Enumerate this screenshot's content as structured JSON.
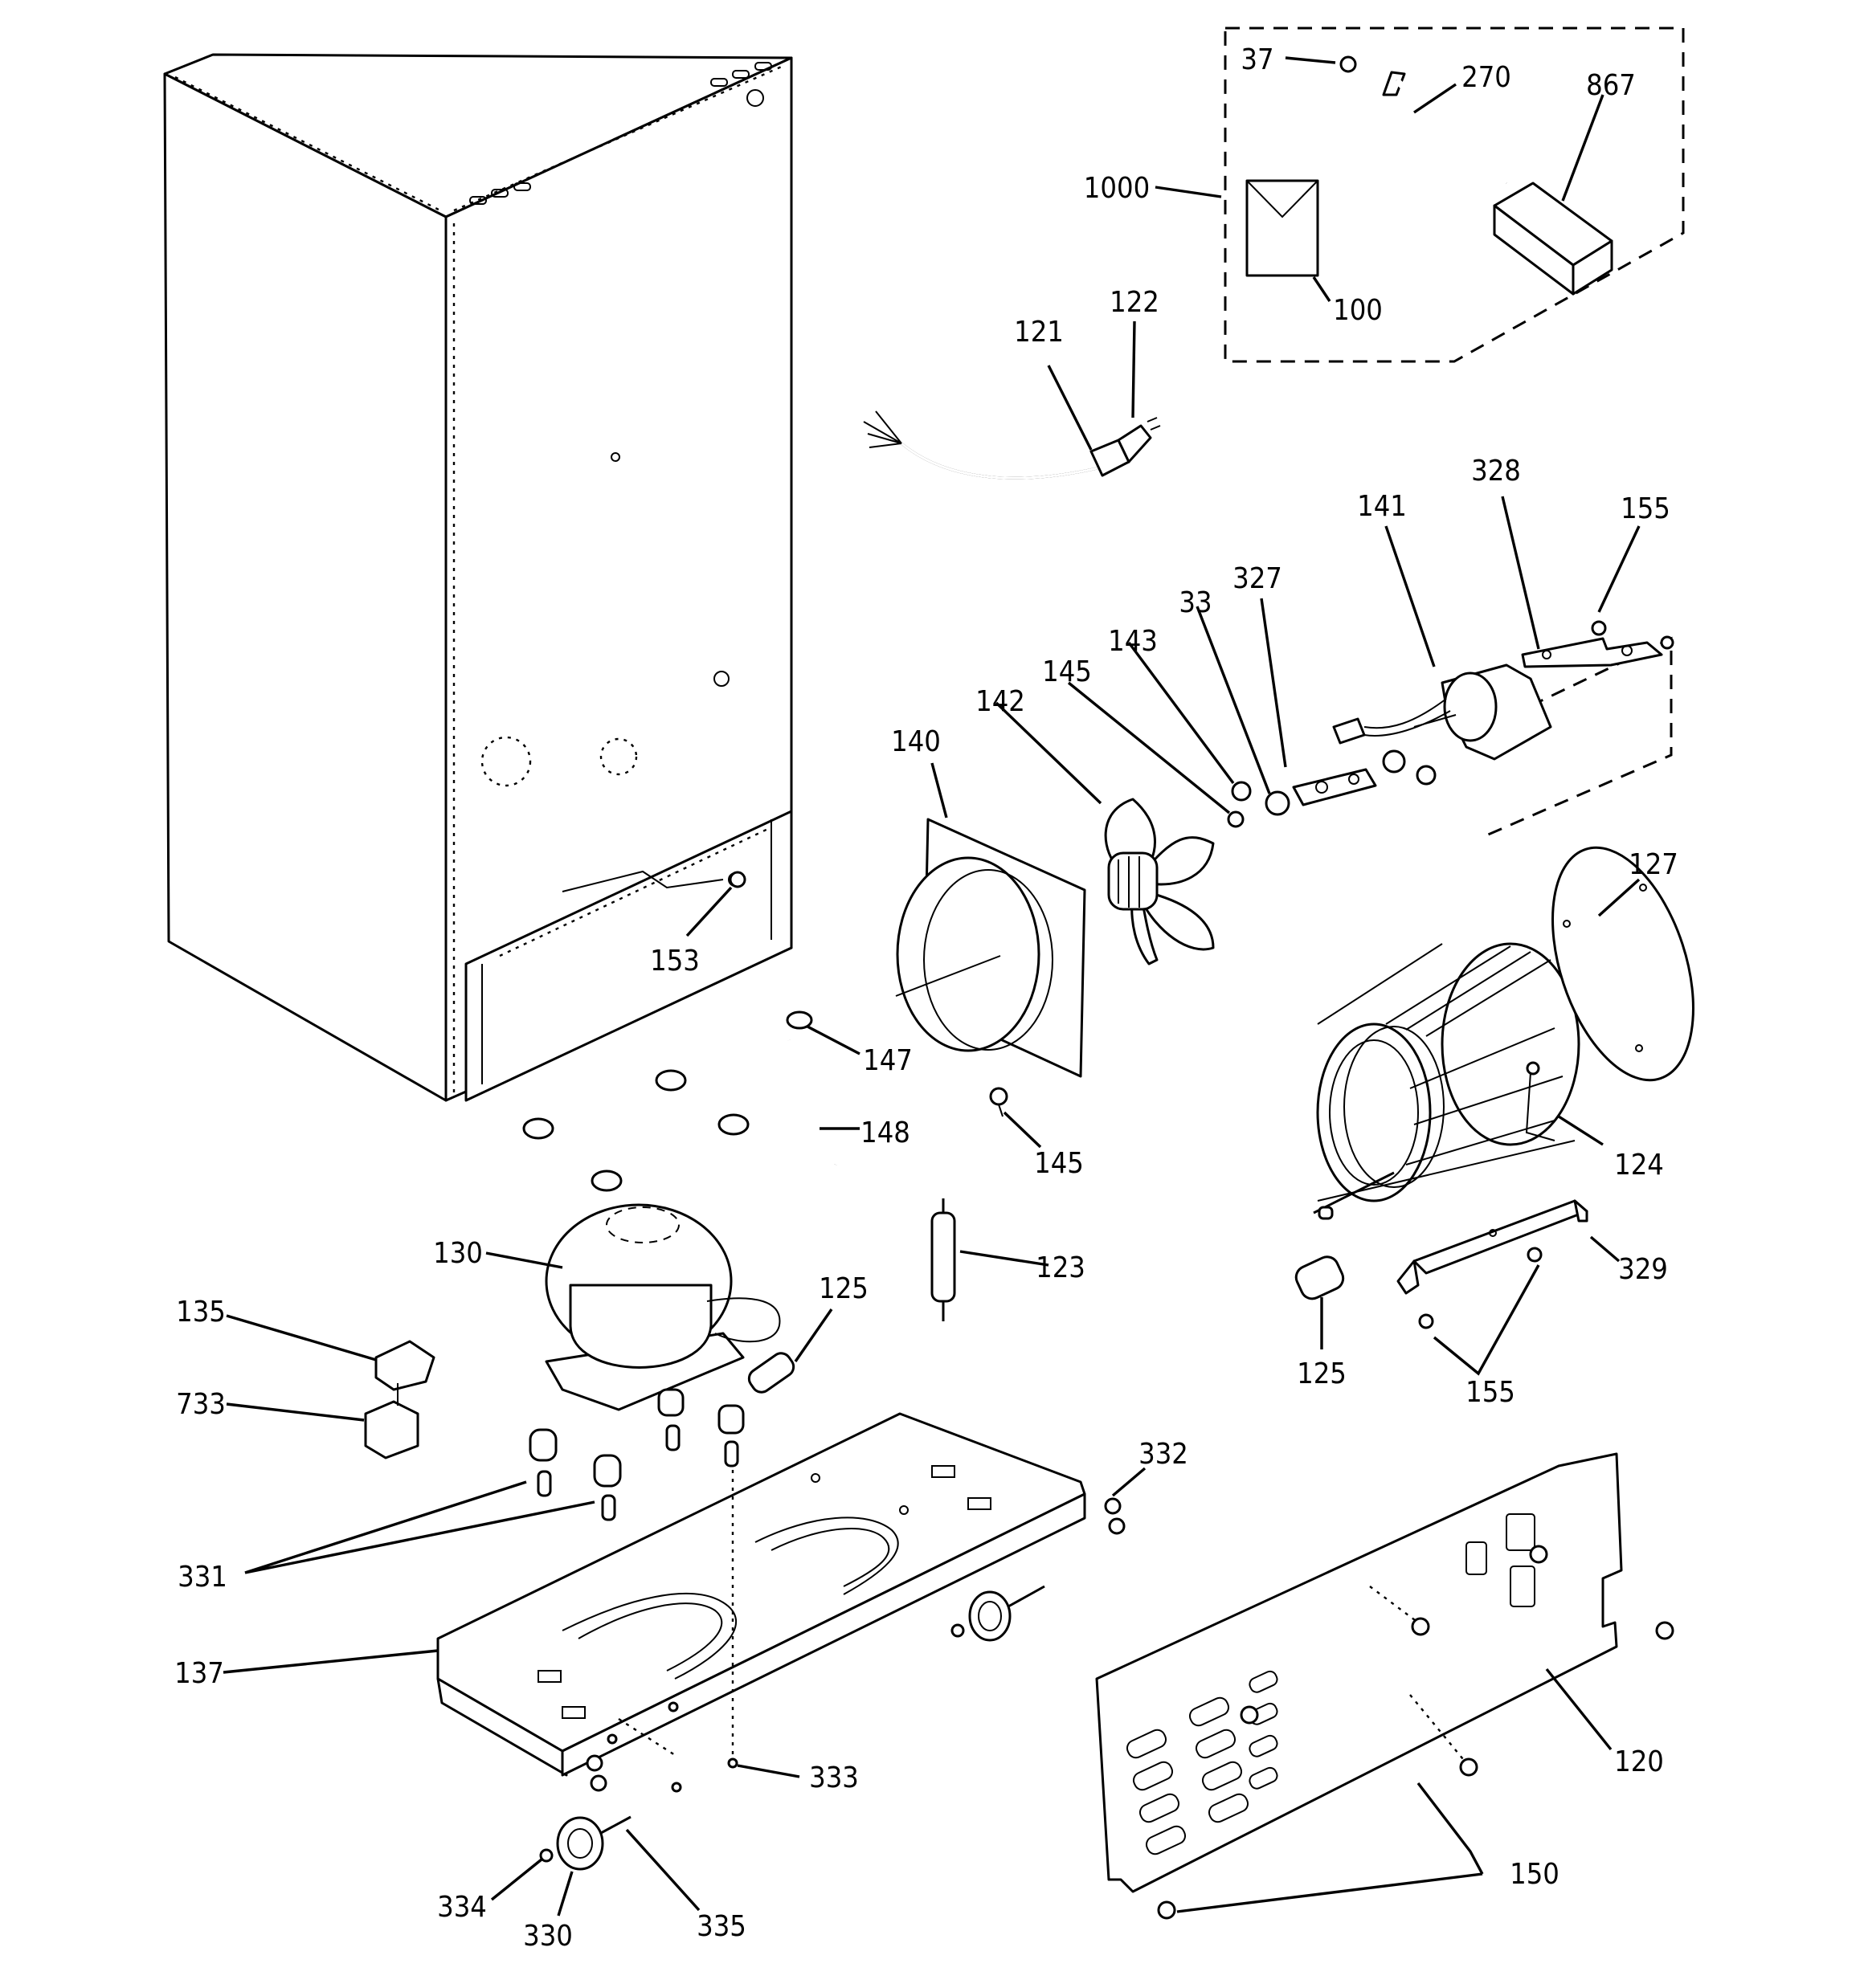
{
  "callouts": {
    "c37": "37",
    "c270": "270",
    "c867": "867",
    "c1000": "1000",
    "c100": "100",
    "c121": "121",
    "c122": "122",
    "c328": "328",
    "c141": "141",
    "c155a": "155",
    "c327": "327",
    "c33": "33",
    "c143": "143",
    "c145a": "145",
    "c142": "142",
    "c140": "140",
    "c127": "127",
    "c124": "124",
    "c153": "153",
    "c147": "147",
    "c148": "148",
    "c145b": "145",
    "c130": "130",
    "c125a": "125",
    "c123": "123",
    "c329": "329",
    "c125b": "125",
    "c155b": "155",
    "c135": "135",
    "c733": "733",
    "c331": "331",
    "c332": "332",
    "c137": "137",
    "c333": "333",
    "c120": "120",
    "c150": "150",
    "c334": "334",
    "c330": "330",
    "c335": "335"
  }
}
